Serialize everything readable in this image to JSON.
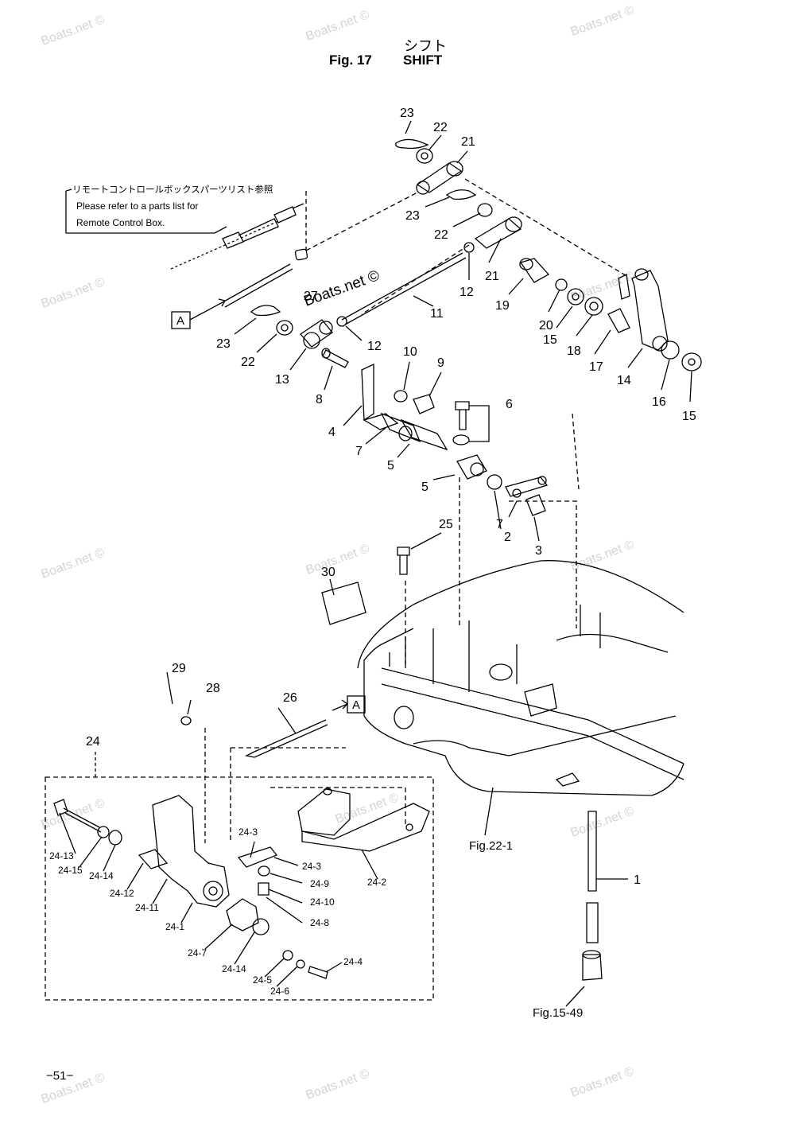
{
  "title": {
    "japanese": "シフト",
    "figure": "Fig. 17",
    "english": "SHIFT"
  },
  "note": {
    "japanese": "リモートコントロールボックスパーツリスト参照",
    "line1": "Please refer to a parts list for",
    "line2": "Remote Control Box."
  },
  "markers": {
    "a": "A"
  },
  "callouts": {
    "c1": "1",
    "c2": "2",
    "c3": "3",
    "c4": "4",
    "c5a": "5",
    "c5b": "5",
    "c6": "6",
    "c7a": "7",
    "c7b": "7",
    "c8": "8",
    "c9": "9",
    "c10": "10",
    "c11": "11",
    "c12a": "12",
    "c12b": "12",
    "c13": "13",
    "c14": "14",
    "c15a": "15",
    "c15b": "15",
    "c16": "16",
    "c17": "17",
    "c18": "18",
    "c19": "19",
    "c20": "20",
    "c21a": "21",
    "c21b": "21",
    "c22a": "22",
    "c22b": "22",
    "c22c": "22",
    "c23a": "23",
    "c23b": "23",
    "c23c": "23",
    "c24": "24",
    "c25": "25",
    "c26": "26",
    "c27": "27",
    "c28": "28",
    "c29": "29",
    "c30": "30",
    "s24_1": "24-1",
    "s24_2": "24-2",
    "s24_3a": "24-3",
    "s24_3b": "24-3",
    "s24_4": "24-4",
    "s24_5": "24-5",
    "s24_6": "24-6",
    "s24_7": "24-7",
    "s24_8": "24-8",
    "s24_9": "24-9",
    "s24_10": "24-10",
    "s24_11": "24-11",
    "s24_12": "24-12",
    "s24_13": "24-13",
    "s24_14a": "24-14",
    "s24_14b": "24-14",
    "s24_15": "24-15"
  },
  "references": {
    "fig22": "Fig.22-1",
    "fig15": "Fig.15-49"
  },
  "watermark": {
    "text": "Boats.net ©"
  },
  "page_number": "−51−"
}
